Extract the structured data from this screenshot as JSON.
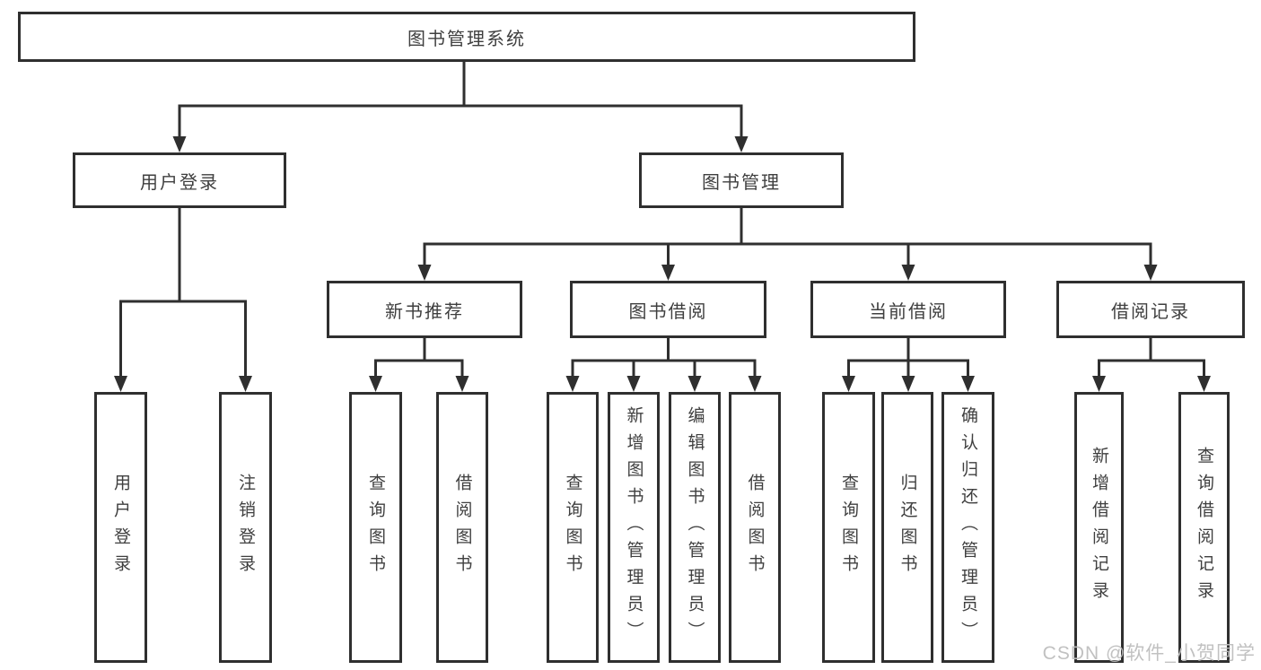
{
  "diagram": {
    "root": {
      "label": "图书管理系统"
    },
    "branches": [
      {
        "label": "用户登录",
        "children": [
          {
            "label": "用户登录"
          },
          {
            "label": "注销登录"
          }
        ]
      },
      {
        "label": "图书管理",
        "sections": [
          {
            "label": "新书推荐",
            "children": [
              {
                "label": "查询图书"
              },
              {
                "label": "借阅图书"
              }
            ]
          },
          {
            "label": "图书借阅",
            "children": [
              {
                "label": "查询图书"
              },
              {
                "label": "新增图书（管理员）"
              },
              {
                "label": "编辑图书（管理员）"
              },
              {
                "label": "借阅图书"
              }
            ]
          },
          {
            "label": "当前借阅",
            "children": [
              {
                "label": "查询图书"
              },
              {
                "label": "归还图书"
              },
              {
                "label": "确认归还（管理员）"
              }
            ]
          },
          {
            "label": "借阅记录",
            "children": [
              {
                "label": "新增借阅记录"
              },
              {
                "label": "查询借阅记录"
              }
            ]
          }
        ]
      }
    ]
  },
  "watermark": {
    "text": "CSDN @软件_小贺同学",
    "color": "#bebebe"
  },
  "colors": {
    "line": "#2f2f2f",
    "text": "#3f3f3f",
    "background": "#ffffff"
  }
}
